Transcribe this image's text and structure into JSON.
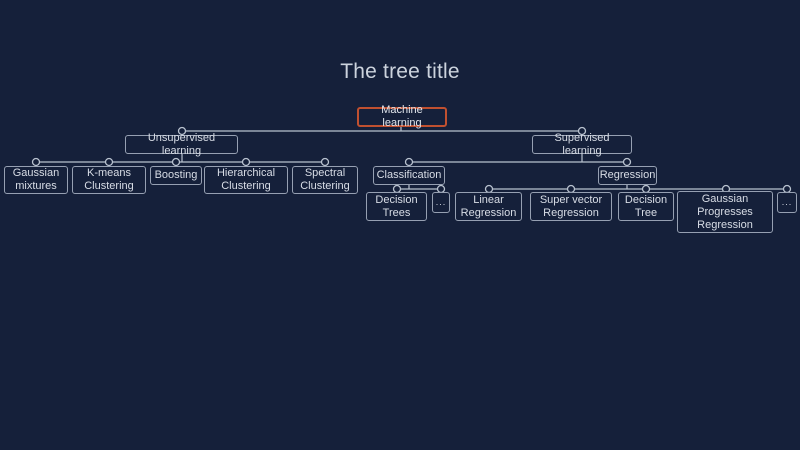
{
  "title": "The tree title",
  "colors": {
    "background": "#15203a",
    "node_border": "#96a0b2",
    "node_fill": "#15203a",
    "node_text": "#d8dde6",
    "selected_node_border": "#c05030",
    "connector": "#b9c2cf",
    "title_text": "#ccd3dd"
  },
  "tree": {
    "nodes": [
      {
        "id": "machine-learning",
        "label": "Machine learning",
        "selected": true,
        "parent": null
      },
      {
        "id": "unsupervised-learning",
        "label": "Unsupervised learning",
        "parent": "machine-learning"
      },
      {
        "id": "supervised-learning",
        "label": "Supervised learning",
        "parent": "machine-learning"
      },
      {
        "id": "gaussian-mixtures",
        "label": "Gaussian mixtures",
        "parent": "unsupervised-learning"
      },
      {
        "id": "k-means-clustering",
        "label": "K-means Clustering",
        "parent": "unsupervised-learning"
      },
      {
        "id": "boosting",
        "label": "Boosting",
        "parent": "unsupervised-learning"
      },
      {
        "id": "hierarchical-clustering",
        "label": "Hierarchical Clustering",
        "parent": "unsupervised-learning"
      },
      {
        "id": "spectral-clustering",
        "label": "Spectral Clustering",
        "parent": "unsupervised-learning"
      },
      {
        "id": "classification",
        "label": "Classification",
        "parent": "supervised-learning"
      },
      {
        "id": "regression",
        "label": "Regression",
        "parent": "supervised-learning"
      },
      {
        "id": "decision-trees",
        "label": "Decision Trees",
        "parent": "classification"
      },
      {
        "id": "classification-more",
        "label": "...",
        "parent": "classification"
      },
      {
        "id": "linear-regression",
        "label": "Linear Regression",
        "parent": "regression"
      },
      {
        "id": "super-vector-regression",
        "label": "Super vector Regression",
        "parent": "regression"
      },
      {
        "id": "decision-tree",
        "label": "Decision Tree",
        "parent": "regression"
      },
      {
        "id": "gaussian-progresses-regression",
        "label": "Gaussian Progresses Regression",
        "parent": "regression"
      },
      {
        "id": "regression-more",
        "label": "...",
        "parent": "regression"
      }
    ]
  }
}
